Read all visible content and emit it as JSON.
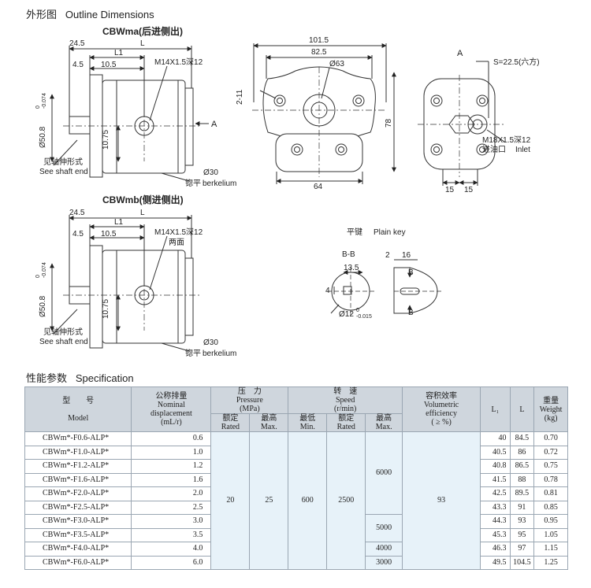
{
  "outline": {
    "heading_cn": "外形图",
    "heading_en": "Outline Dimensions",
    "view_a_title": "CBWma(后进侧出)",
    "view_b_title": "CBWmb(侧进侧出)",
    "dims": {
      "d24_5": "24.5",
      "L1": "L1",
      "L": "L",
      "d4_5": "4.5",
      "d10_5": "10.5",
      "port_a": "M14X1.5深12",
      "port_b": "M14X1.5深12",
      "port_b2": "两面",
      "d10_75": "10.75",
      "shaft_dia": "Ø50.8",
      "shaft_tol_top": "0",
      "shaft_tol_bot": "-0.074",
      "shaft_note_cn": "见轴伸形式",
      "shaft_note_en": "See shaft end",
      "d30": "Ø30",
      "berk_cn": "锪平",
      "berk_en": "berkelium",
      "arrow_A": "A",
      "d101_5": "101.5",
      "d82_5": "82.5",
      "d63": "Ø63",
      "d2_11": "2-11",
      "d78": "78",
      "d64": "64",
      "view_A": "A",
      "hex": "S=22.5(六方)",
      "inlet_port": "M18X1.5深12",
      "inlet_cn": "进油口",
      "inlet_en": "Inlet",
      "d15a": "15",
      "d15b": "15"
    },
    "key": {
      "title_cn": "平键",
      "title_en": "Plain key",
      "section": "B-B",
      "d13_5": "13.5",
      "d4": "4",
      "d12": "Ø12",
      "d12_tol_top": "0",
      "d12_tol_bot": "-0.015",
      "d2": "2",
      "d16": "16",
      "B": "B"
    }
  },
  "spec": {
    "heading_cn": "性能参数",
    "heading_en": "Specification",
    "headers": {
      "model_cn": "型　　号",
      "model_en": "Model",
      "disp_cn": "公称排量",
      "disp_en1": "Nominal",
      "disp_en2": "displacement",
      "disp_unit": "(mL/r)",
      "pressure_cn": "压　力",
      "pressure_en": "Pressure",
      "pressure_unit": "(MPa)",
      "rated_cn": "额定",
      "rated_en": "Rated",
      "max_cn": "最高",
      "max_en": "Max.",
      "speed_cn": "转　速",
      "speed_en": "Speed",
      "speed_unit": "(r/min)",
      "min_cn": "最低",
      "min_en": "Min.",
      "eff_cn": "容积效率",
      "eff_en1": "Volumetric",
      "eff_en2": "efficiency",
      "eff_unit": "( ≥ %)",
      "l1": "L₁",
      "l": "L",
      "weight_cn": "重量",
      "weight_en": "Weight",
      "weight_unit": "(kg)"
    },
    "shared": {
      "rated_pressure": "20",
      "max_pressure": "25",
      "min_speed": "600",
      "rated_speed": "2500",
      "max_speed_a": "6000",
      "max_speed_b": "5000",
      "max_speed_c": "4000",
      "max_speed_d": "3000",
      "efficiency": "93"
    },
    "rows": [
      {
        "model": "CBWm*-F0.6-ALP*",
        "disp": "0.6",
        "l1": "40",
        "l": "84.5",
        "weight": "0.70"
      },
      {
        "model": "CBWm*-F1.0-ALP*",
        "disp": "1.0",
        "l1": "40.5",
        "l": "86",
        "weight": "0.72"
      },
      {
        "model": "CBWm*-F1.2-ALP*",
        "disp": "1.2",
        "l1": "40.8",
        "l": "86.5",
        "weight": "0.75"
      },
      {
        "model": "CBWm*-F1.6-ALP*",
        "disp": "1.6",
        "l1": "41.5",
        "l": "88",
        "weight": "0.78"
      },
      {
        "model": "CBWm*-F2.0-ALP*",
        "disp": "2.0",
        "l1": "42.5",
        "l": "89.5",
        "weight": "0.81"
      },
      {
        "model": "CBWm*-F2.5-ALP*",
        "disp": "2.5",
        "l1": "43.3",
        "l": "91",
        "weight": "0.85"
      },
      {
        "model": "CBWm*-F3.0-ALP*",
        "disp": "3.0",
        "l1": "44.3",
        "l": "93",
        "weight": "0.95"
      },
      {
        "model": "CBWm*-F3.5-ALP*",
        "disp": "3.5",
        "l1": "45.3",
        "l": "95",
        "weight": "1.05"
      },
      {
        "model": "CBWm*-F4.0-ALP*",
        "disp": "4.0",
        "l1": "46.3",
        "l": "97",
        "weight": "1.15"
      },
      {
        "model": "CBWm*-F6.0-ALP*",
        "disp": "6.0",
        "l1": "49.5",
        "l": "104.5",
        "weight": "1.25"
      }
    ]
  }
}
